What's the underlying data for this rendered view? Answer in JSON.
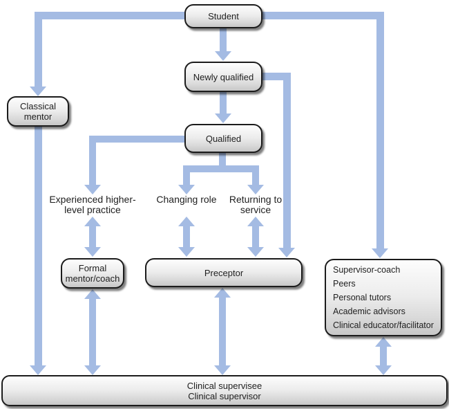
{
  "colors": {
    "arrow": "#a4bbe3",
    "box_border": "#1b1b1b",
    "text": "#1e1e1e"
  },
  "nodes": {
    "student": {
      "label": "Student"
    },
    "newly_qualified": {
      "label": "Newly qualified"
    },
    "qualified": {
      "label": "Qualified"
    },
    "classical_mentor": {
      "line1": "Classical",
      "line2": "mentor"
    },
    "formal_mentor": {
      "line1": "Formal",
      "line2": "mentor/coach"
    },
    "preceptor": {
      "label": "Preceptor"
    },
    "support_roles": {
      "items": [
        "Supervisor-coach",
        "Peers",
        "Personal tutors",
        "Academic advisors",
        "Clinical educator/facilitator"
      ]
    },
    "clinical_supervision": {
      "line1": "Clinical supervisee",
      "line2": "Clinical supervisor"
    }
  },
  "labels": {
    "experienced": {
      "line1": "Experienced",
      "line2": "higher-level practice"
    },
    "changing": {
      "line1": "Changing",
      "line2": "role"
    },
    "returning": {
      "line1": "Returning",
      "line2": "to service"
    }
  }
}
